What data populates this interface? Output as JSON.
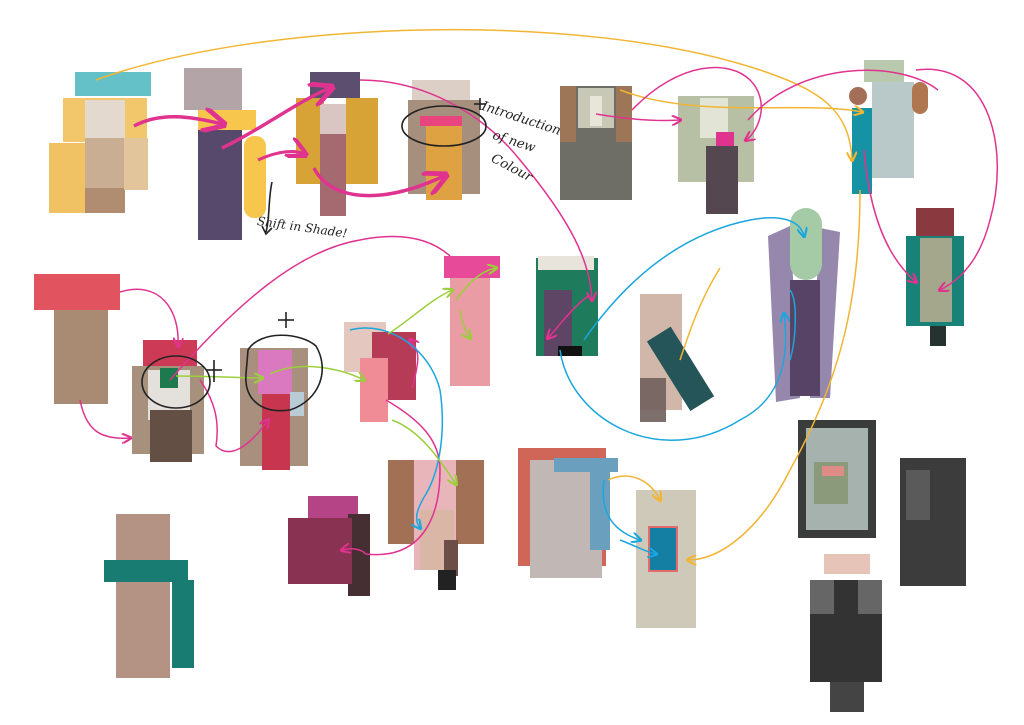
{
  "annotations": {
    "intro_line1": "Introduction",
    "intro_line2": "of new",
    "intro_line3": "Colour",
    "shift": "Shift in Shade!"
  },
  "arrow_colors": {
    "magenta": "#e0338f",
    "cyan": "#1aa6df",
    "gold": "#f2b533",
    "lime": "#9ccf3c",
    "ink": "#222222"
  }
}
